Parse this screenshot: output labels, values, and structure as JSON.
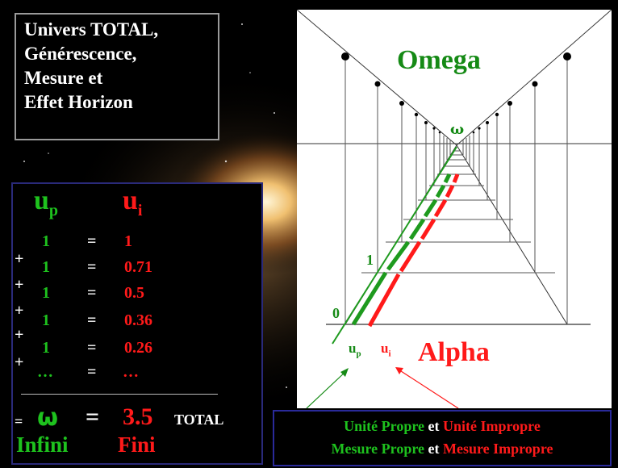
{
  "title": {
    "lines": [
      "Univers TOTAL,",
      "Générescence,",
      "Mesure  et",
      "Effet Horizon"
    ]
  },
  "table": {
    "headers": {
      "up": {
        "base": "u",
        "sub": "p"
      },
      "ui": {
        "base": "u",
        "sub": "i"
      }
    },
    "rows": [
      {
        "up": "1",
        "eq": "=",
        "ui": "1"
      },
      {
        "up": "1",
        "eq": "=",
        "ui": "0.71"
      },
      {
        "up": "1",
        "eq": "=",
        "ui": "0.5"
      },
      {
        "up": "1",
        "eq": "=",
        "ui": "0.36"
      },
      {
        "up": "1",
        "eq": "=",
        "ui": "0.26"
      },
      {
        "up": "…",
        "eq": "=",
        "ui": "…"
      }
    ],
    "plus": "+",
    "total_row": {
      "eq_left": "=",
      "omega": "ω",
      "eq": "=",
      "value": "3.5",
      "label": "TOTAL"
    },
    "footer": {
      "left": "Infini",
      "right": "Fini"
    }
  },
  "diagram": {
    "top_label": "Omega",
    "bottom_label": "Alpha",
    "omega_symbol": "ω",
    "mark_zero": "0",
    "mark_one": "1",
    "up_label": {
      "base": "u",
      "sub": "p"
    },
    "ui_label": {
      "base": "u",
      "sub": "i"
    }
  },
  "legend": {
    "line1": {
      "green": "Unité Propre",
      "mid": "et",
      "red": "Unité Impropre"
    },
    "line2": {
      "green": "Mesure Propre",
      "mid": "et",
      "red": "Mesure Impropre"
    }
  },
  "colors": {
    "green": "#1ec21e",
    "dark_green": "#158a15",
    "red": "#ff1a1a",
    "white": "#ffffff",
    "black": "#000000"
  }
}
